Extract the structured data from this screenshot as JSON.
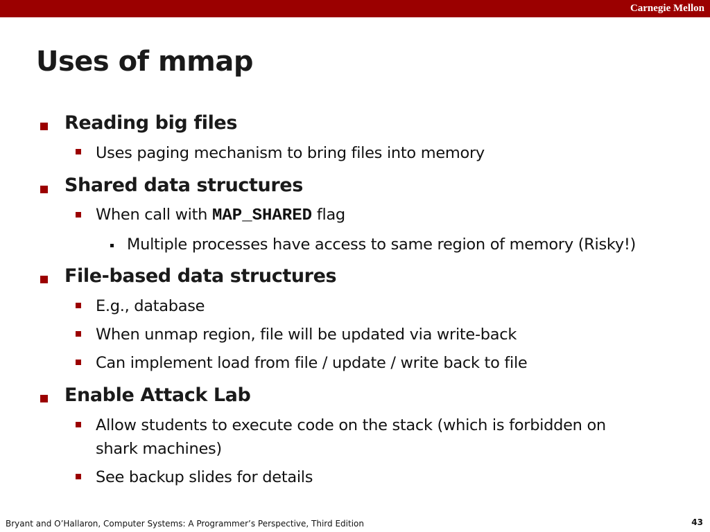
{
  "header": {
    "brand": "Carnegie Mellon"
  },
  "slide": {
    "title": "Uses of mmap",
    "items": [
      {
        "text": "Reading big files"
      },
      {
        "text": "Uses paging mechanism to bring files into memory"
      },
      {
        "text": "Shared data structures"
      },
      {
        "text_before": "When call with",
        "code": "MAP_SHARED",
        "text_after": "flag"
      },
      {
        "text": "Multiple processes have access to same region of memory (Risky!)"
      },
      {
        "text": "File-based data structures"
      },
      {
        "text": "E.g., database"
      },
      {
        "text": "When unmap region, file will be updated via write-back"
      },
      {
        "text": "Can implement load from file / update / write back to file"
      },
      {
        "text": "Enable Attack Lab"
      },
      {
        "text": "Allow students to execute code on the stack (which is forbidden on"
      },
      {
        "text": "shark machines)"
      },
      {
        "text": "See backup slides for details"
      }
    ]
  },
  "footer": {
    "citation": "Bryant and O’Hallaron, Computer Systems: A Programmer’s Perspective, Third Edition",
    "page_number": "43"
  },
  "colors": {
    "accent": "#9b0000"
  }
}
